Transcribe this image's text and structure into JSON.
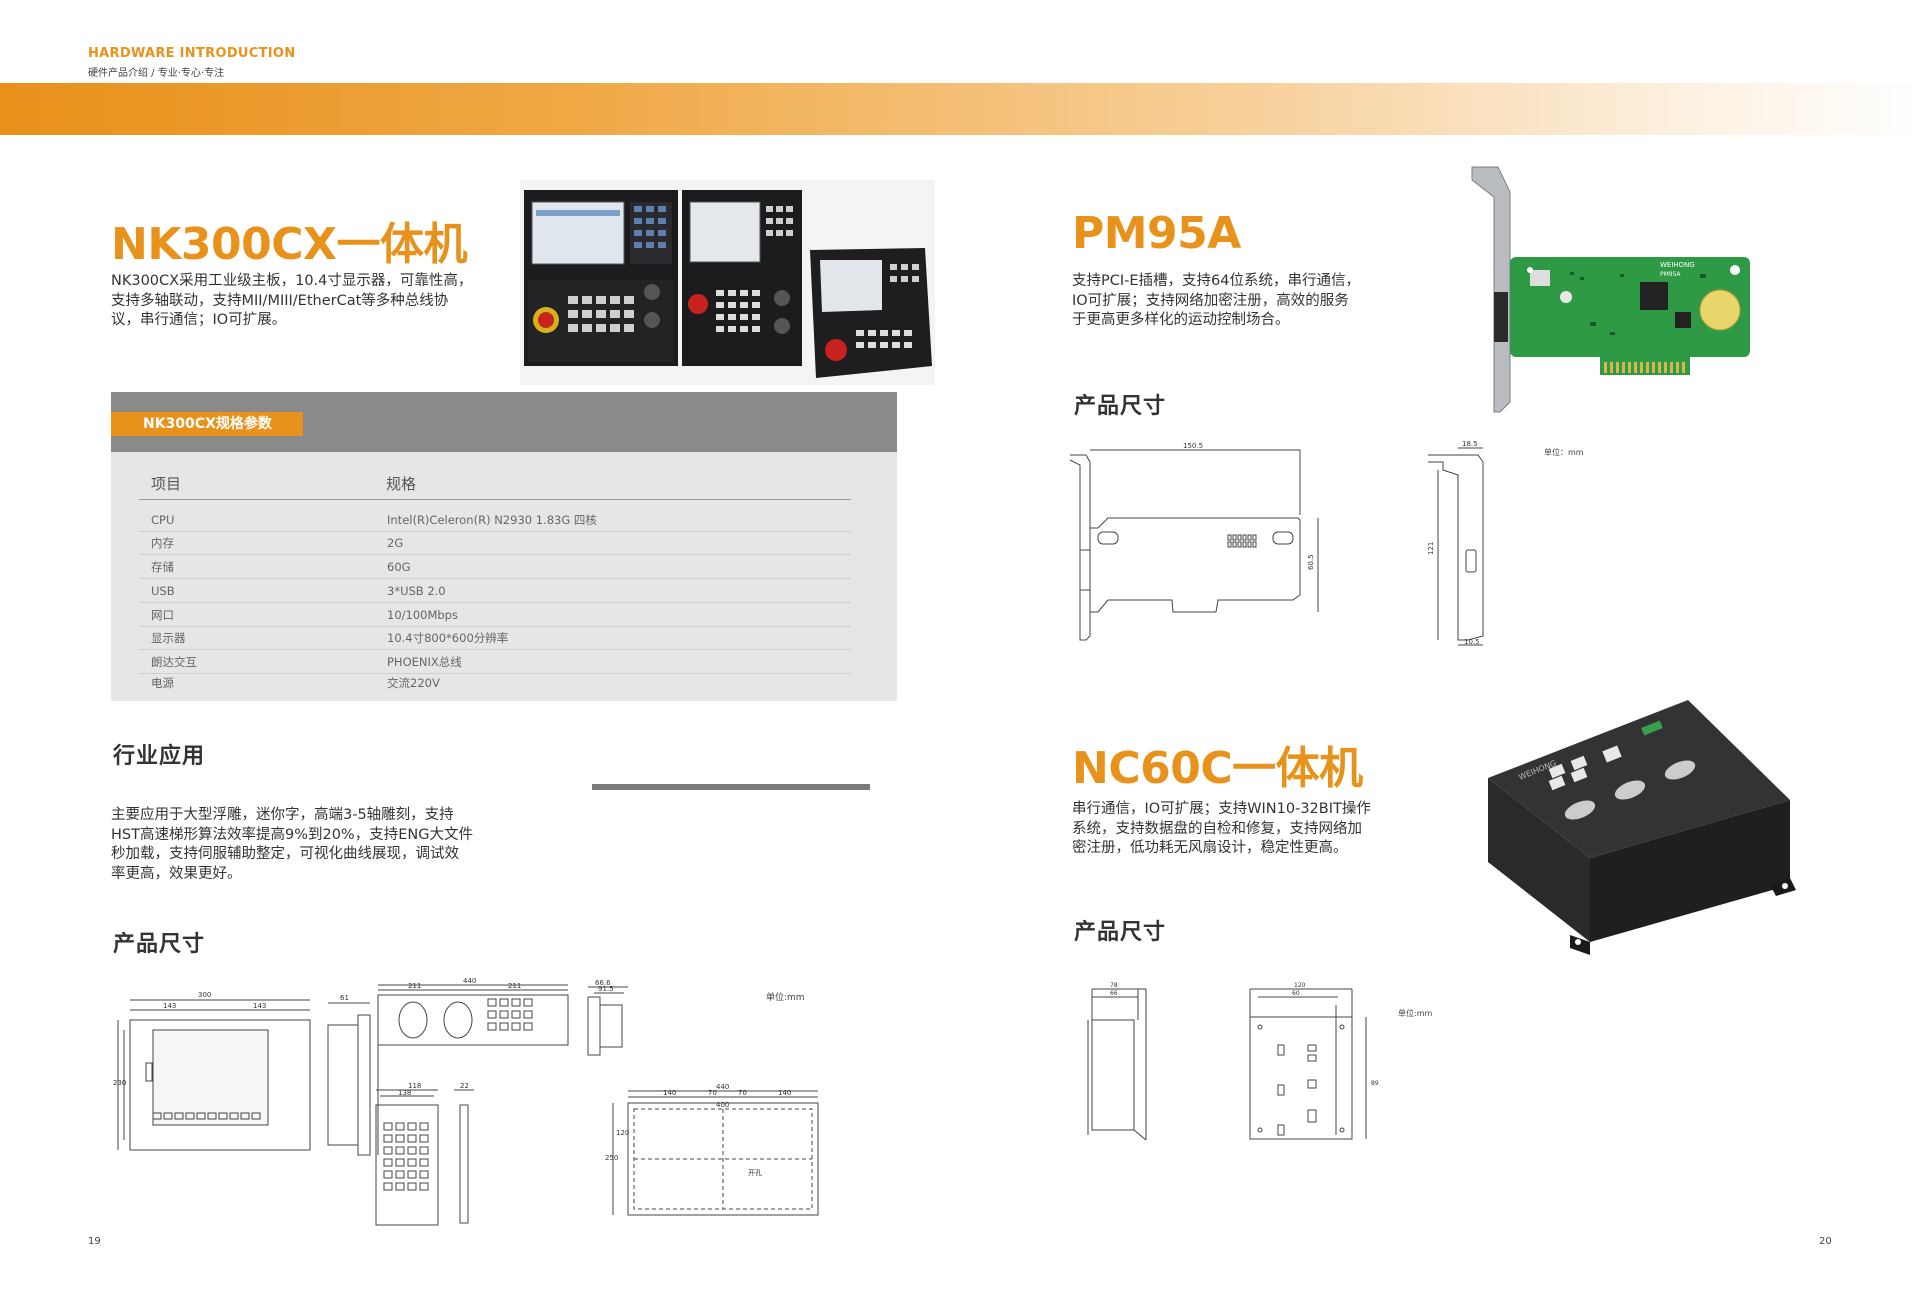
{
  "header": {
    "title": "HARDWARE INTRODUCTION",
    "subtitle": "硬件产品介绍 / 专业·专心·专注"
  },
  "left": {
    "product_title": "NK300CX一体机",
    "description": [
      "NK300CX采用工业级主板，10.4寸显示器，可靠性高，",
      "支持多轴联动，支持MII/MIII/EtherCat等多种总线协",
      "议，串行通信；IO可扩展。"
    ],
    "spec_tab": "NK300CX规格参数",
    "spec_headers": {
      "item": "项目",
      "spec": "规格"
    },
    "spec_rows": [
      {
        "item": "CPU",
        "value": "Intel(R)Celeron(R) N2930   1.83G 四核"
      },
      {
        "item": "内存",
        "value": "2G"
      },
      {
        "item": "存储",
        "value": "60G"
      },
      {
        "item": "USB",
        "value": "3*USB 2.0"
      },
      {
        "item": "网口",
        "value": "10/100Mbps"
      },
      {
        "item": "显示器",
        "value": "10.4寸800*600分辨率"
      },
      {
        "item": "朗达交互",
        "value": "PHOENIX总线"
      },
      {
        "item": "电源",
        "value": "交流220V"
      }
    ],
    "industry_title": "行业应用",
    "industry_text": [
      "主要应用于大型浮雕，迷你字，高端3-5轴雕刻，支持",
      "HST高速梯形算法效率提高9%到20%，支持ENG大文件",
      "秒加载，支持伺服辅助整定，可视化曲线展现，调试效",
      "率更高，效果更好。"
    ],
    "size_title": "产品尺寸",
    "unit": "单位:mm",
    "dims": {
      "d300": "300",
      "d143a": "143",
      "d143b": "143",
      "d61": "61",
      "d440a": "440",
      "d211a": "211",
      "d211b": "211",
      "d665": "66.6",
      "d915": "91.5",
      "d118": "118",
      "d138": "138",
      "d22": "22",
      "d440b": "440",
      "d140a": "140",
      "d70a": "70",
      "d70b": "70",
      "d140b": "140",
      "d400": "400",
      "d230": "230",
      "d250": "250",
      "d120": "120",
      "kong": "开孔"
    }
  },
  "right": {
    "pm_title": "PM95A",
    "pm_desc": [
      "支持PCI-E插槽，支持64位系统，串行通信，",
      "IO可扩展；支持网络加密注册，高效的服务",
      "于更高更多样化的运动控制场合。"
    ],
    "pm_size_title": "产品尺寸",
    "pm_unit": "单位：mm",
    "pm_dims": {
      "w": "150.5",
      "h": "60.5",
      "t": "18.5",
      "hh": "121",
      "b": "10.5"
    },
    "pcb_brand": "WEIHONG",
    "pcb_model": "PM95A",
    "nc_title": "NC60C一体机",
    "nc_desc": [
      "串行通信，IO可扩展；支持WIN10-32BIT操作",
      "系统，支持数据盘的自检和修复，支持网络加",
      "密注册，低功耗无风扇设计，稳定性更高。"
    ],
    "nc_size_title": "产品尺寸",
    "nc_unit": "单位:mm",
    "nc_brand": "WEIHONG",
    "nc_dims": {
      "a": "78",
      "b": "66",
      "c": "120",
      "d": "60",
      "e": "89"
    }
  },
  "page_numbers": {
    "left": "19",
    "right": "20"
  }
}
